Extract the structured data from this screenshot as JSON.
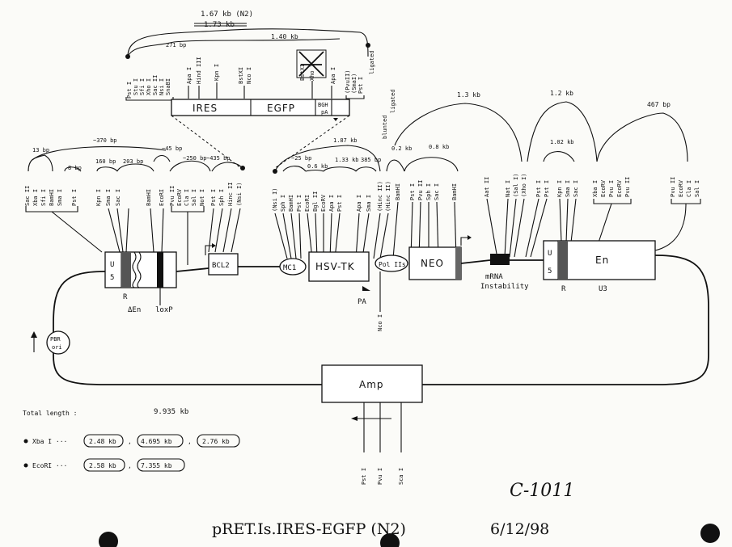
{
  "title": "pRET.Is.IRES-EGFP (N2)",
  "date": "6/12/98",
  "handwritten_id": "C-1011",
  "insert": {
    "size_new": "1.67 kb (N2)",
    "size_old": "1.73 kb",
    "span_left": "271 bp",
    "span_mid": "1.40 kb",
    "ligated": "ligated",
    "boxes": [
      "IRES",
      "EGFP",
      "BGH",
      "pA"
    ],
    "sites_left": [
      "Pst I",
      "Stu I",
      "Sfi I",
      "Xho I",
      "Sac II",
      "Nsi I",
      "SnaBI"
    ],
    "sites_mid": [
      "Apa I",
      "Hind III",
      "Kpn I",
      "BstXI",
      "Nco I"
    ],
    "sites_right": [
      "BstXI",
      "Xho I",
      "Apa I",
      "(PvuII)",
      "(SmaI)",
      "Pst I"
    ]
  },
  "left_region": {
    "spans": [
      "13 bp",
      "8 bp",
      "~370 bp",
      "160 bp",
      "203 bp",
      "~45 bp",
      "~250 bp",
      "~435 bp"
    ],
    "sites": [
      "Sac II",
      "Xba I",
      "Sfi I",
      "BamHI",
      "Sma I",
      "Pst I",
      "Kpn I",
      "Sma I",
      "Sac I",
      "BamHI",
      "EcoRI",
      "Pvu II",
      "EcoRV",
      "Cla I",
      "Sal I",
      "Not I",
      "Pst I",
      "Sph I",
      "Hinc II",
      "(Nsi I)"
    ],
    "boxes": {
      "u5_top": "U",
      "u5_bottom": "5",
      "bcl2": "BCL2",
      "r": "R",
      "delta_en": "ΔEn",
      "loxp": "loxP"
    }
  },
  "middle_region": {
    "spans": [
      "1.87 kb",
      "~25 bp",
      "0.6 kb",
      "1.33 kb",
      "385 bp",
      "0.2 kb",
      "0.8 kb",
      "1.3 kb"
    ],
    "blunted": "blunted",
    "ligated": "ligated",
    "sites_tk": [
      "(Nsi I)",
      "Sph I",
      "BamHI",
      "Pst I",
      "EcoRI",
      "Bgl II",
      "EcoRV",
      "Apa I",
      "Pst I",
      "Apa I",
      "Sma I",
      "(Hinc II)",
      "(Hinc II)"
    ],
    "sites_neo": [
      "BamHI",
      "Pst I",
      "Pvu II",
      "Sph I",
      "Sac I",
      "BamHI"
    ],
    "boxes": {
      "mc1": "MC1",
      "hsvtk": "HSV-TK",
      "pol2": "Pol IIs",
      "neo": "NEO",
      "pa": "PA",
      "ncoi": "Nco I"
    }
  },
  "right_region": {
    "spans": [
      "1.2 kb",
      "1.02 kb",
      "467 bp"
    ],
    "sites": [
      "Aat II",
      "Nat I",
      "(Sal I)",
      "(Xho I)",
      "Pst I",
      "Pst I",
      "Kpn I",
      "Sma I",
      "Sac I",
      "Xba I",
      "EcoRV",
      "Pvu I",
      "EcoRV",
      "Pvu II",
      "Pvu II",
      "EcoRV",
      "Cla I",
      "Sal I"
    ],
    "mrna": [
      "mRNA",
      "Instability"
    ],
    "boxes": {
      "u5_top": "U",
      "u5_bottom": "5",
      "en": "En",
      "r": "R",
      "u3": "U3"
    }
  },
  "backbone": {
    "pbr": [
      "PBR",
      "ori"
    ],
    "amp": "Amp",
    "amp_sites": [
      "Pst I",
      "Pvu I",
      "Sca I"
    ]
  },
  "summary": {
    "total_label": "Total length :",
    "total_value": "9.935 kb",
    "xba_label": "Xba I ···",
    "xba_values": [
      "2.48 kb",
      "4.695 kb",
      "2.76 kb"
    ],
    "eco_label": "EcoRI ···",
    "eco_values": [
      "2.58 kb",
      "7.355 kb"
    ]
  }
}
